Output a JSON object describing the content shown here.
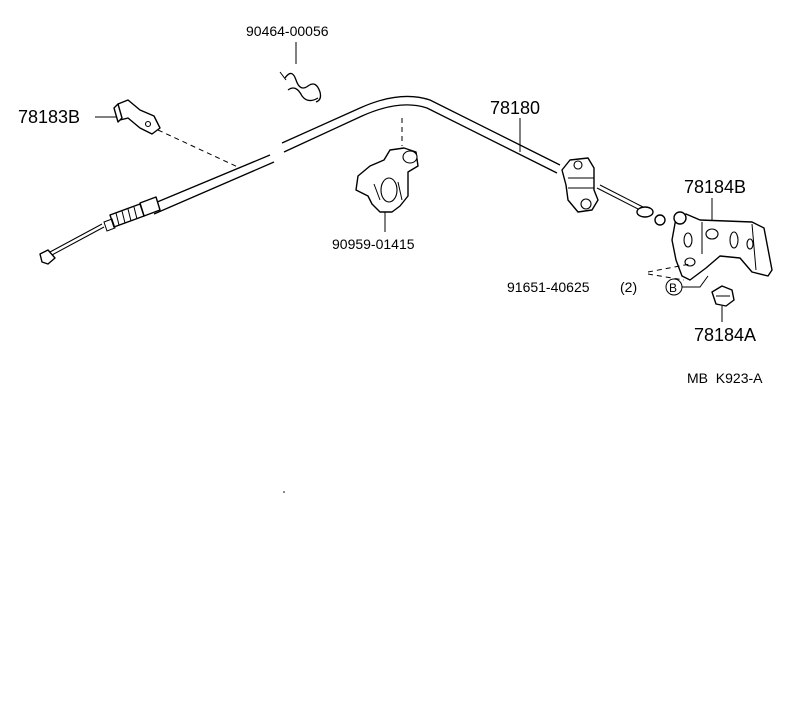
{
  "labels": {
    "clip_top": "90464-00056",
    "bracket_left": "78183B",
    "cable": "78180",
    "bracket_right": "78184B",
    "clamp": "90959-01415",
    "bolt": "91651-40625",
    "bolt_qty": "(2)",
    "bolt_marker": "B",
    "stopper": "78184A",
    "diagram_code": "MB  K923-A"
  }
}
